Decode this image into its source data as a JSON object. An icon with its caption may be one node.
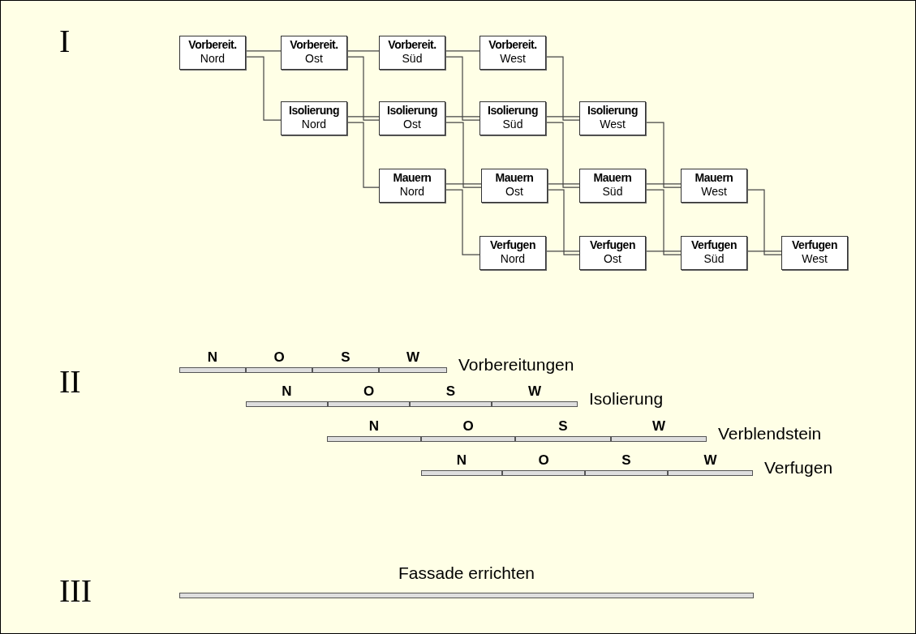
{
  "diagram": {
    "nodes": [
      {
        "text": [
          "Vorbereit.",
          "Nord"
        ]
      },
      {
        "text": [
          "Vorbereit.",
          "Ost"
        ]
      },
      {
        "text": [
          "Vorbereit.",
          "Süd"
        ]
      },
      {
        "text": [
          "Vorbereit.",
          "West"
        ]
      },
      {
        "text": [
          "Isolierung",
          "Nord"
        ]
      },
      {
        "text": [
          "Isolierung",
          "Ost"
        ]
      },
      {
        "text": [
          "Isolierung",
          "Süd"
        ]
      },
      {
        "text": [
          "Isolierung",
          "West"
        ]
      },
      {
        "text": [
          "Mauern",
          "Nord"
        ]
      },
      {
        "text": [
          "Mauern",
          "Ost"
        ]
      },
      {
        "text": [
          "Mauern",
          "Süd"
        ]
      },
      {
        "text": [
          "Mauern",
          "West"
        ]
      },
      {
        "text": [
          "Verfugen",
          "Nord"
        ]
      },
      {
        "text": [
          "Verfugen",
          "Ost"
        ]
      },
      {
        "text": [
          "Verfugen",
          "Süd"
        ]
      },
      {
        "text": [
          "Verfugen",
          "West"
        ]
      }
    ],
    "edges": [
      {
        "from": 0,
        "to": 1,
        "arrow": "none"
      },
      {
        "from": 0,
        "to": 4,
        "arrow": "none"
      },
      {
        "from": 1,
        "to": 2,
        "arrow": "none"
      },
      {
        "from": 1,
        "to": 5,
        "arrow": "none"
      },
      {
        "from": 2,
        "to": 3,
        "arrow": "none"
      },
      {
        "from": 2,
        "to": 6,
        "arrow": "none"
      },
      {
        "from": 3,
        "to": 7,
        "arrow": "none"
      },
      {
        "from": 4,
        "to": 5,
        "arrow": "none"
      },
      {
        "from": 4,
        "to": 8,
        "arrow": "none"
      },
      {
        "from": 5,
        "to": 6,
        "arrow": "none"
      },
      {
        "from": 5,
        "to": 9,
        "arrow": "none"
      },
      {
        "from": 6,
        "to": 7,
        "arrow": "none"
      },
      {
        "from": 6,
        "to": 10,
        "arrow": "none"
      },
      {
        "from": 7,
        "to": 11,
        "arrow": "none"
      },
      {
        "from": 8,
        "to": 9,
        "arrow": "none"
      },
      {
        "from": 8,
        "to": 12,
        "arrow": "none"
      },
      {
        "from": 9,
        "to": 10,
        "arrow": "none"
      },
      {
        "from": 9,
        "to": 13,
        "arrow": "none"
      },
      {
        "from": 10,
        "to": 11,
        "arrow": "none"
      },
      {
        "from": 10,
        "to": 14,
        "arrow": "none"
      },
      {
        "from": 11,
        "to": 15,
        "arrow": "none"
      },
      {
        "from": 12,
        "to": 13,
        "arrow": "none"
      },
      {
        "from": 13,
        "to": 14,
        "arrow": "none"
      },
      {
        "from": 14,
        "to": 15,
        "arrow": "none"
      }
    ],
    "labels": [
      "I",
      "N",
      "O",
      "S",
      "W",
      "Vorbereitungen",
      "II",
      "N",
      "O",
      "S",
      "W",
      "Isolierung",
      "N",
      "O",
      "S",
      "W",
      "Verblendstein",
      "N",
      "O",
      "S",
      "W",
      "Verfugen",
      "III",
      "Fassade errichten"
    ]
  }
}
